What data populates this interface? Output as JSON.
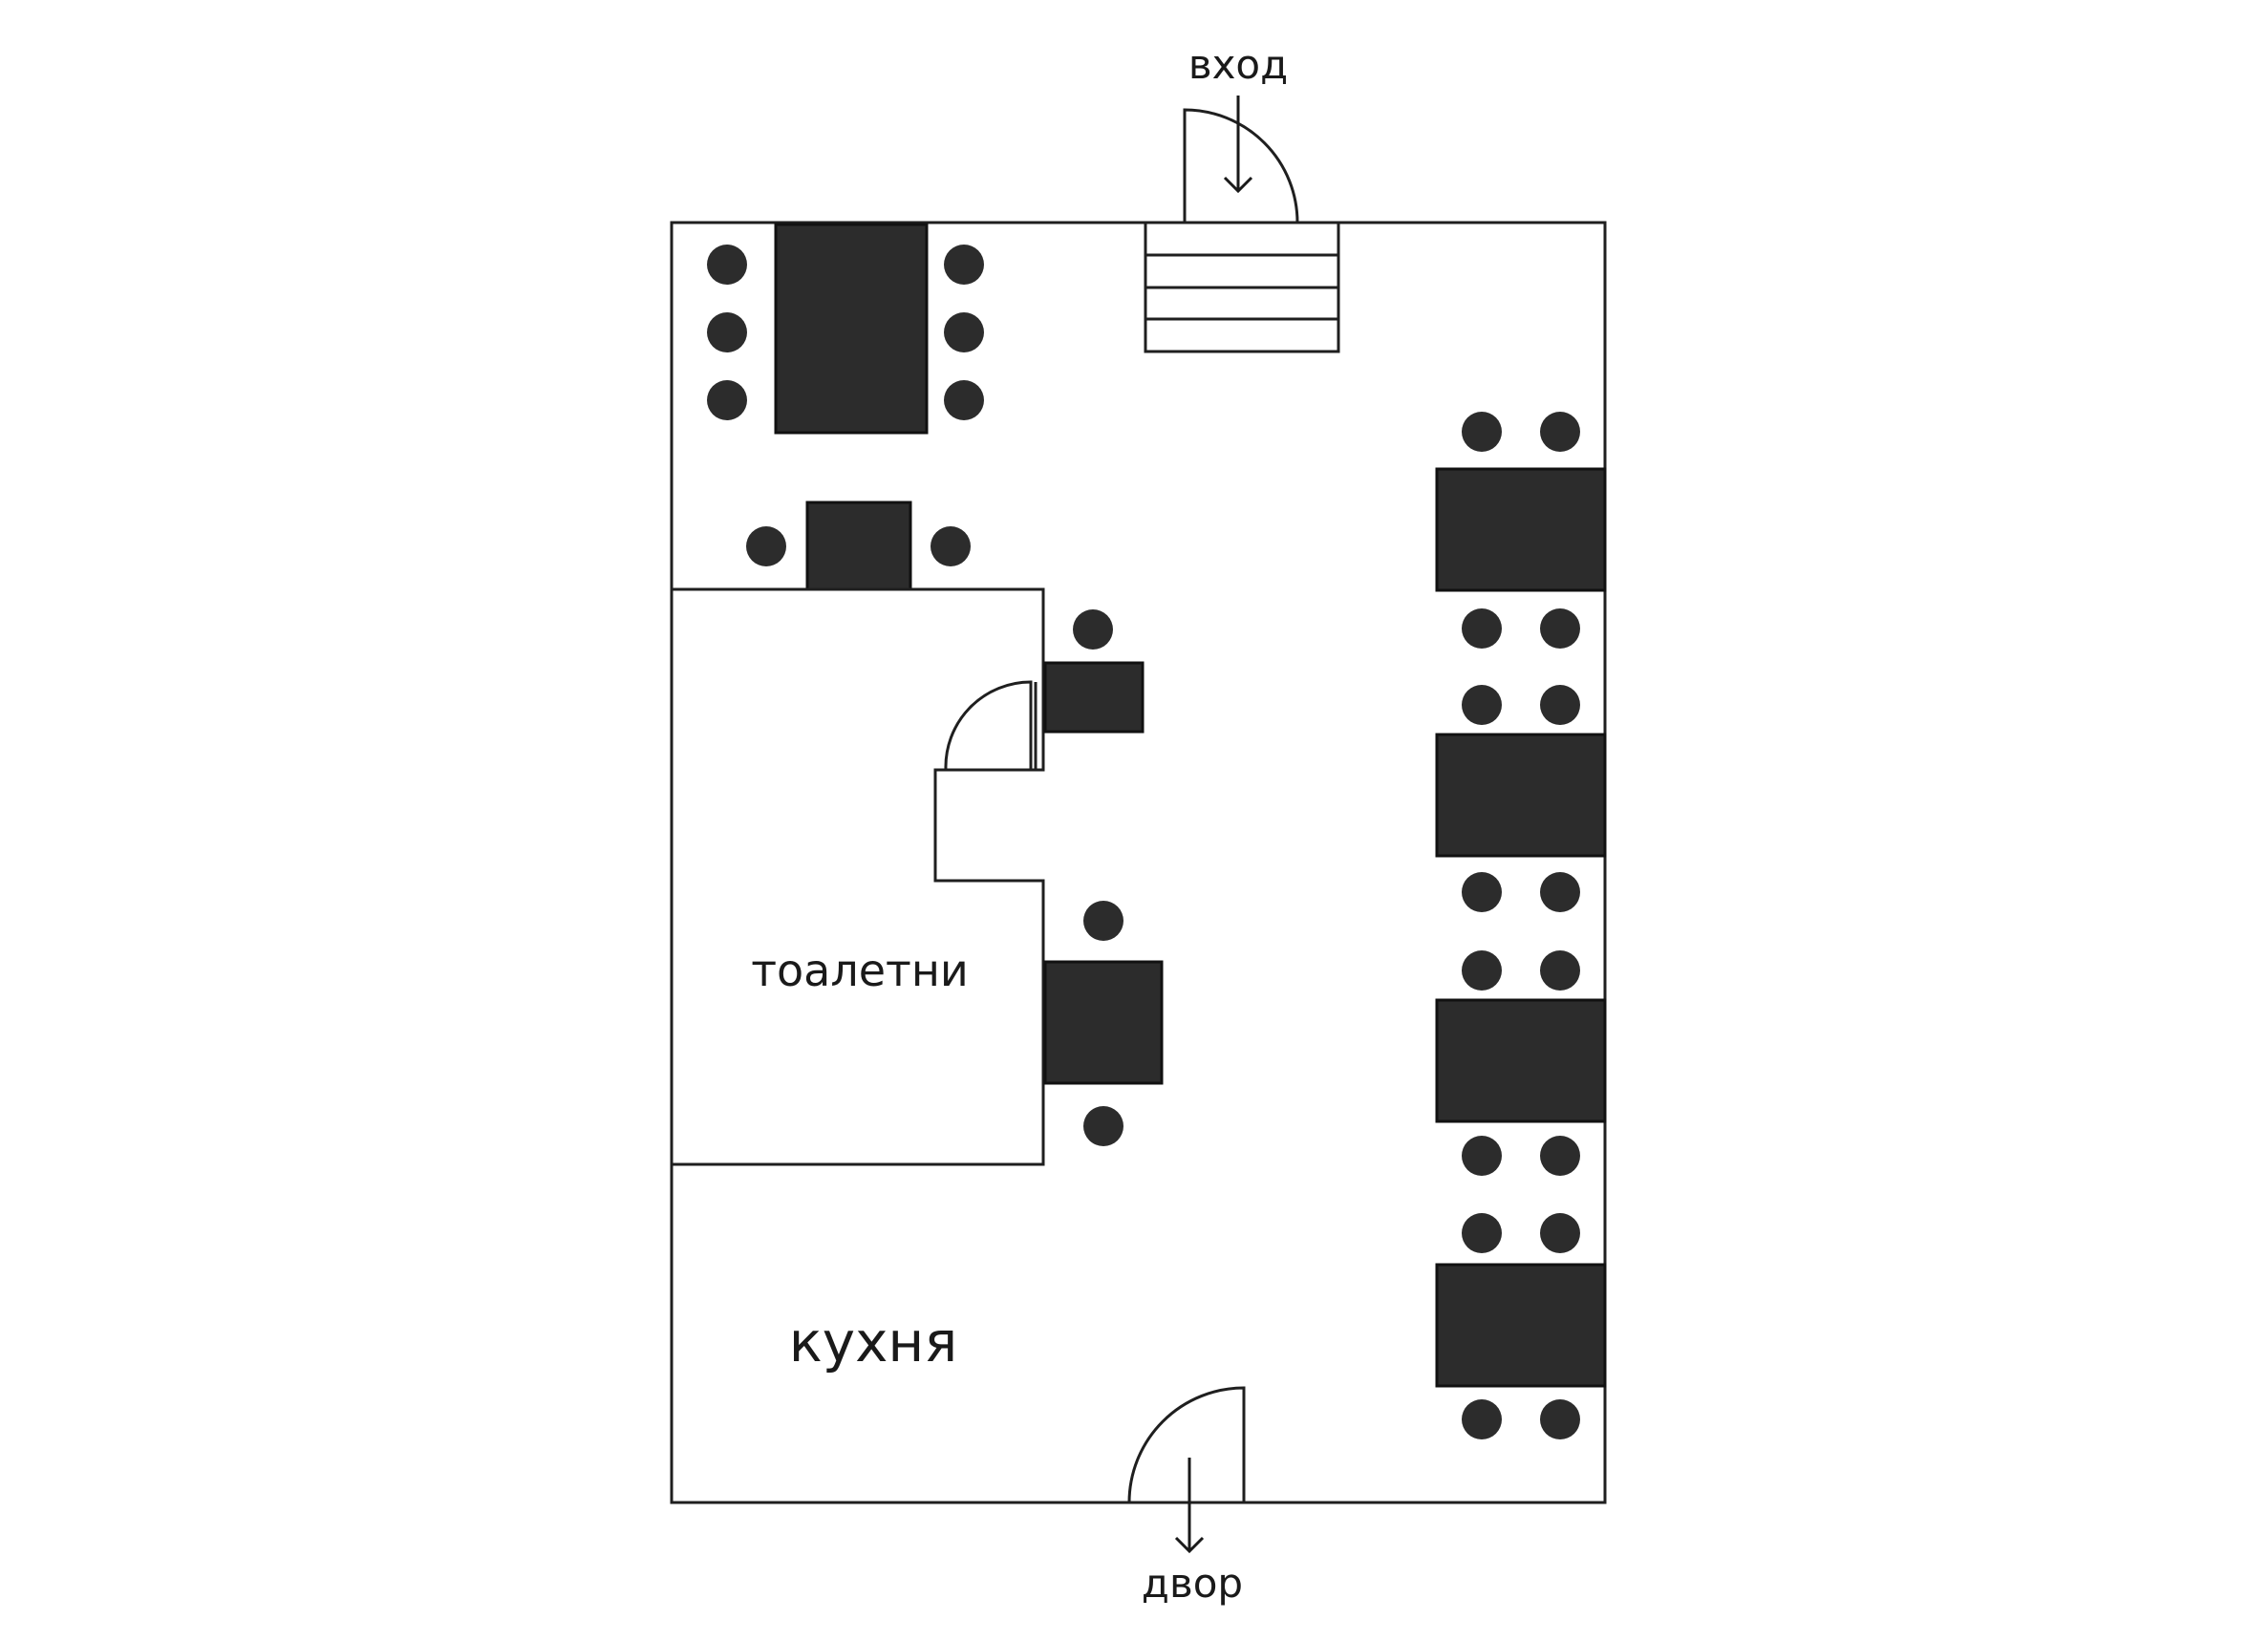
{
  "labels": {
    "entrance": "вход",
    "toilets": "тоалетни",
    "kitchen": "кухня",
    "yard": "двор"
  },
  "colors": {
    "furniture": "#2c2c2c",
    "walls": "#1f1f1f",
    "background": "#ffffff"
  }
}
